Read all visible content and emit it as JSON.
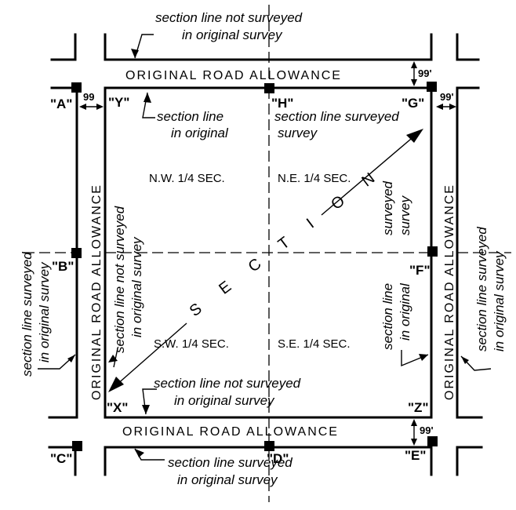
{
  "labels": {
    "road": "ORIGINAL   ROAD   ALLOWANCE",
    "road_left": "ORIGINAL   ROAD   ALLOWANCE",
    "road_right": "ORIGINAL   ROAD   ALLOWANCE",
    "section": "S E C T I O N",
    "nw": "N.W. 1/4 SEC.",
    "ne": "N.E. 1/4 SEC.",
    "sw": "S.W. 1/4 SEC.",
    "se": "S.E. 1/4 SEC."
  },
  "notes": {
    "line1_not": "section line  not  surveyed",
    "line2": "in  original  survey",
    "line1_surv": "section line surveyed",
    "line2_short": "in original survey",
    "vert_not_1": "section  line  not  surveyed",
    "vert_not_2": "in  original  survey",
    "vert_surv_1": "section  line  surveyed",
    "vert_surv_2": "in  original  survey",
    "inner_left_1": "section  line  not  surveyed",
    "inner_left_2": "in  original  survey",
    "inner_right_1": "surveyed",
    "inner_right_2": "survey",
    "inner_right_3": "section  line",
    "inner_right_4": "in  original",
    "mid_top_1": "section  line",
    "mid_top_2": "in  original",
    "mid_top_3": "not  surveyed",
    "mid_top_4": "survey"
  },
  "monuments": {
    "A": "\"A\"",
    "B": "\"B\"",
    "C": "\"C\"",
    "D": "\"D\"",
    "E": "\"E\"",
    "F": "\"F\"",
    "G": "\"G\"",
    "H": "\"H\"",
    "X": "\"X\"",
    "Y": "\"Y\"",
    "Z": "\"Z\""
  },
  "dimensions": {
    "d1": "99'",
    "d2": "99'",
    "d3": "99",
    "d4": "99'"
  }
}
